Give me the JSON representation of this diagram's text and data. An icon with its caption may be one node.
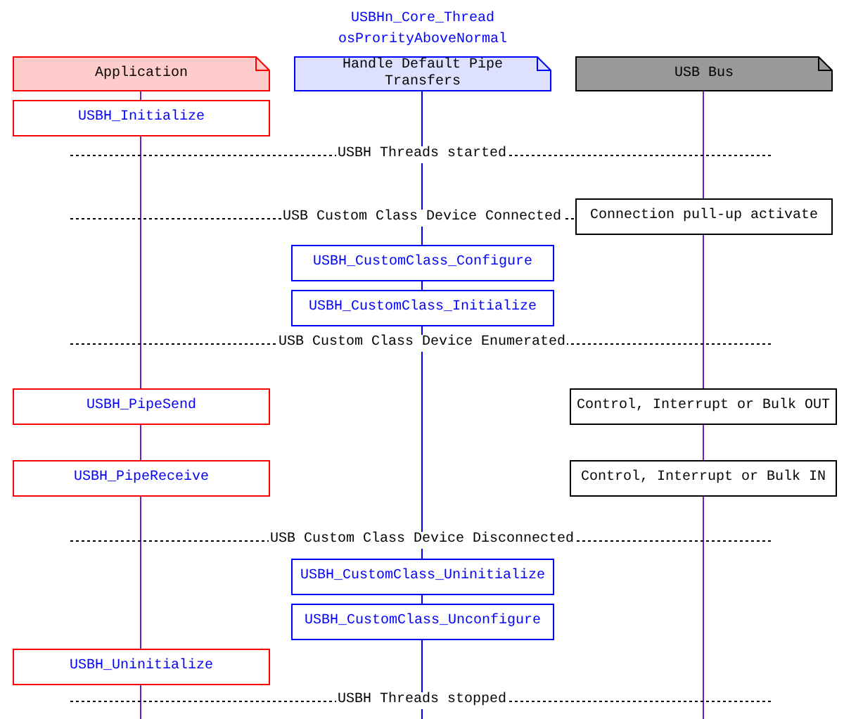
{
  "diagram": {
    "nodes": [
      {
        "text": [
          "Application"
        ]
      },
      {
        "text": [
          "Handle Default Pipe Transfers"
        ],
        "beside": [
          "USBHn_Core_Thread osProrityAboveNormal"
        ]
      },
      {
        "text": [
          "USB Bus"
        ]
      },
      {
        "text": [
          "USBH_Initialize"
        ]
      },
      {
        "text": [
          "Connection pull-up activate"
        ]
      },
      {
        "text": [
          "USBH_CustomClass_Configure"
        ]
      },
      {
        "text": [
          "USBH_CustomClass_Initialize"
        ]
      },
      {
        "text": [
          "USBH_PipeSend"
        ]
      },
      {
        "text": [
          "Control, Interrupt or Bulk OUT"
        ]
      },
      {
        "text": [
          "USBH_PipeReceive"
        ]
      },
      {
        "text": [
          "Control, Interrupt or Bulk IN"
        ]
      },
      {
        "text": [
          "USBH_CustomClass_Uninitialize"
        ]
      },
      {
        "text": [
          "USBH_CustomClass_Unconfigure"
        ]
      },
      {
        "text": [
          "USBH_Uninitialize"
        ]
      }
    ],
    "labels": [
      "USBH Threads started",
      "USB Custom Class Device Connected",
      "USB Custom Class Device Enumerated",
      "USB Custom Class Device Disconnected",
      "USBH Threads stopped"
    ]
  }
}
